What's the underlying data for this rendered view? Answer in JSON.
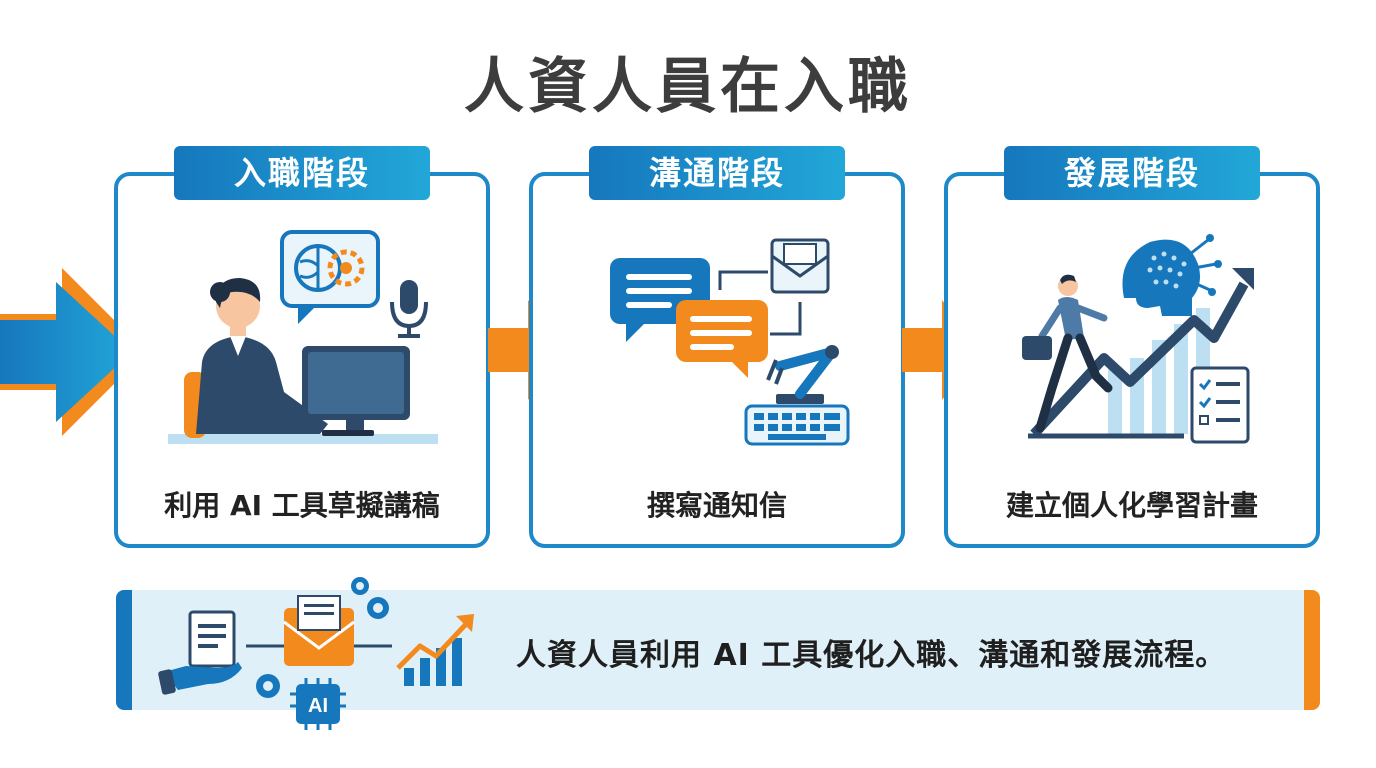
{
  "title": "人資人員在入職",
  "stages": [
    {
      "header": "入職階段",
      "label": "利用 AI 工具草擬講稿"
    },
    {
      "header": "溝通階段",
      "label": "撰寫通知信"
    },
    {
      "header": "發展階段",
      "label": "建立個人化學習計畫"
    }
  ],
  "summary": {
    "text": "人資人員利用 AI 工具優化入職、溝通和發展流程。",
    "chip_label": "AI"
  },
  "colors": {
    "blue": "#1677bd",
    "cyan": "#22a7d8",
    "orange": "#f28a1e",
    "navy": "#2d4a6b",
    "banner_bg": "#dff0f9"
  },
  "icons": [
    "brain-chat-icon",
    "microphone-icon",
    "person-at-computer-icon",
    "chat-bubbles-icon",
    "envelope-icon",
    "robot-arm-icon",
    "keyboard-icon",
    "climbing-person-icon",
    "head-circuit-icon",
    "growth-chart-icon",
    "checklist-icon",
    "hand-document-icon",
    "gear-icon",
    "ai-chip-icon"
  ]
}
